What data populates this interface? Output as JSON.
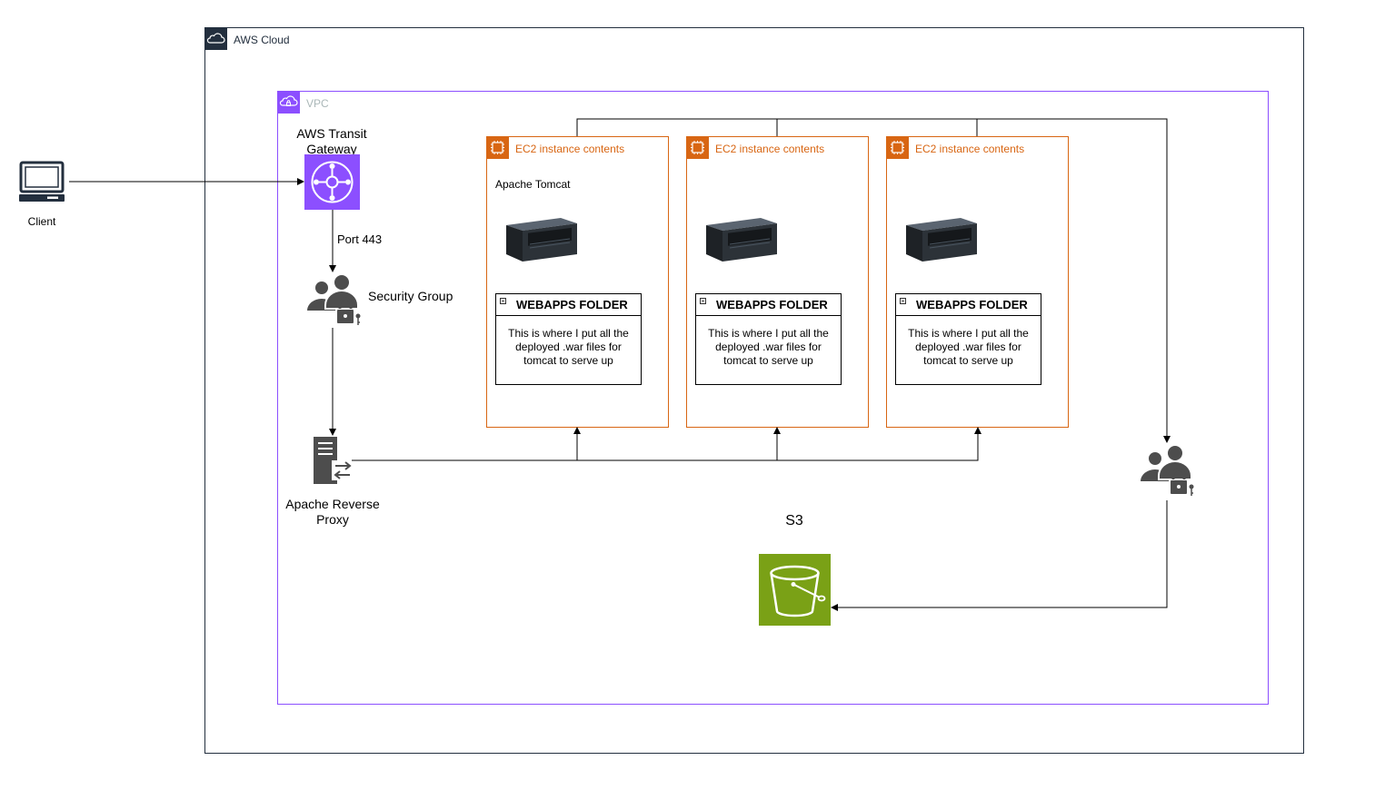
{
  "cloud": {
    "label": "AWS Cloud"
  },
  "vpc": {
    "label": "VPC"
  },
  "client": {
    "label": "Client"
  },
  "transit_gateway": {
    "label": "AWS Transit Gateway"
  },
  "port_label": "Port 443",
  "security_group": {
    "label": "Security Group"
  },
  "proxy": {
    "label": "Apache Reverse Proxy"
  },
  "s3": {
    "label": "S3"
  },
  "ec2": [
    {
      "label": "EC2 instance contents",
      "app_label": "Apache Tomcat",
      "folder_title": "WEBAPPS FOLDER",
      "folder_text": "This is where I put all the deployed .war files for tomcat to serve up"
    },
    {
      "label": "EC2 instance contents",
      "folder_title": "WEBAPPS FOLDER",
      "folder_text": "This is where I put all the deployed .war files for tomcat to serve up"
    },
    {
      "label": "EC2 instance contents",
      "folder_title": "WEBAPPS FOLDER",
      "folder_text": "This is where I put all the deployed .war files for tomcat to serve up"
    }
  ],
  "colors": {
    "cloud": "#232f3e",
    "vpc": "#8c4fff",
    "ec2": "#d86613",
    "s3": "#7aa116",
    "transit": "#8c4fff",
    "icon_gray": "#4d4d4d"
  }
}
